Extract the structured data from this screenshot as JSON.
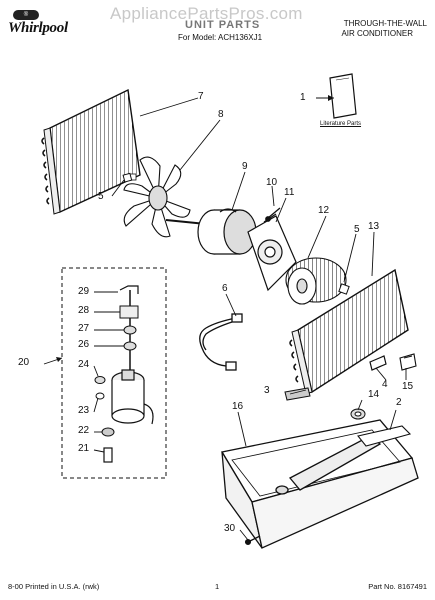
{
  "header": {
    "brand": "Whirlpool",
    "brand_badge": "®",
    "watermark": "AppliancePartsPros.com",
    "title_line1": "THROUGH-THE-WALL",
    "title_line2": "AIR CONDITIONER",
    "section_title": "UNIT PARTS",
    "model_line": "For Model: ACH136XJ1"
  },
  "literature": {
    "label": "Literature Parts"
  },
  "callouts": [
    {
      "id": "c1",
      "text": "1"
    },
    {
      "id": "c2",
      "text": "2"
    },
    {
      "id": "c3",
      "text": "3"
    },
    {
      "id": "c4",
      "text": "4"
    },
    {
      "id": "c5a",
      "text": "5"
    },
    {
      "id": "c5b",
      "text": "5"
    },
    {
      "id": "c6",
      "text": "6"
    },
    {
      "id": "c7",
      "text": "7"
    },
    {
      "id": "c8",
      "text": "8"
    },
    {
      "id": "c9",
      "text": "9"
    },
    {
      "id": "c10",
      "text": "10"
    },
    {
      "id": "c11",
      "text": "11"
    },
    {
      "id": "c12",
      "text": "12"
    },
    {
      "id": "c13",
      "text": "13"
    },
    {
      "id": "c14",
      "text": "14"
    },
    {
      "id": "c15",
      "text": "15"
    },
    {
      "id": "c16",
      "text": "16"
    },
    {
      "id": "c20",
      "text": "20"
    },
    {
      "id": "c21",
      "text": "21"
    },
    {
      "id": "c22",
      "text": "22"
    },
    {
      "id": "c23",
      "text": "23"
    },
    {
      "id": "c24",
      "text": "24"
    },
    {
      "id": "c26",
      "text": "26"
    },
    {
      "id": "c27",
      "text": "27"
    },
    {
      "id": "c28",
      "text": "28"
    },
    {
      "id": "c29",
      "text": "29"
    },
    {
      "id": "c30",
      "text": "30"
    }
  ],
  "footer": {
    "printed": "8-00 Printed in U.S.A. (rwk)",
    "page": "1",
    "part_no": "Part No. 8167491"
  },
  "colors": {
    "ink": "#111111",
    "watermark": "#c8c8c8"
  }
}
